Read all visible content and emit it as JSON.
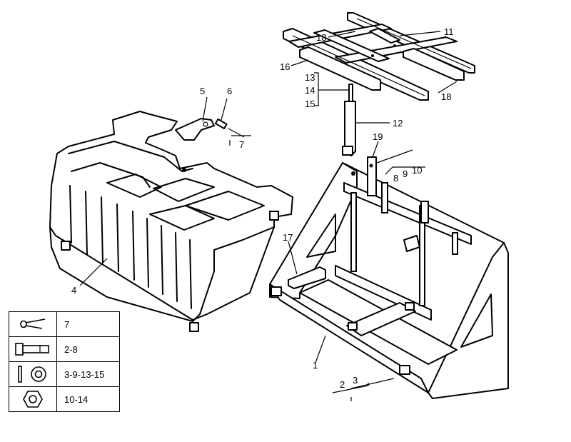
{
  "callouts": {
    "c1": "1",
    "c2": "2",
    "c3": "3",
    "c4": "4",
    "c5": "5",
    "c6": "6",
    "c7": "7",
    "c8": "8",
    "c9": "9",
    "c10": "10",
    "c11": "11",
    "c12": "12",
    "c13": "13",
    "c14": "14",
    "c15": "15",
    "c16": "16",
    "c17": "17",
    "c18a": "18",
    "c18b": "18",
    "c19": "19"
  },
  "legend": {
    "rows": [
      {
        "icon": "cotter-pin-icon",
        "refs": "7"
      },
      {
        "icon": "bolt-icon",
        "refs": "2-8"
      },
      {
        "icon": "washer-icon",
        "refs": "3-9-13-15"
      },
      {
        "icon": "nut-icon",
        "refs": "10-14"
      }
    ]
  }
}
